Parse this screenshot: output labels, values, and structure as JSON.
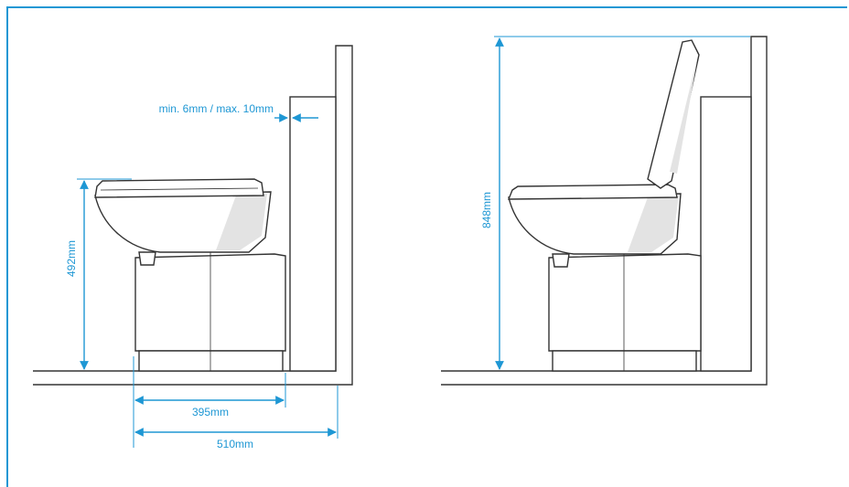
{
  "labels": {
    "gap": "min. 6mm / max. 10mm",
    "height_closed": "492mm",
    "depth_inner": "395mm",
    "depth_total": "510mm",
    "height_open": "848mm"
  },
  "colors": {
    "accent": "#1E97D4",
    "line": "#333333",
    "wall_fill": "#FFFFFF",
    "shadow": "#E3E3E3"
  }
}
